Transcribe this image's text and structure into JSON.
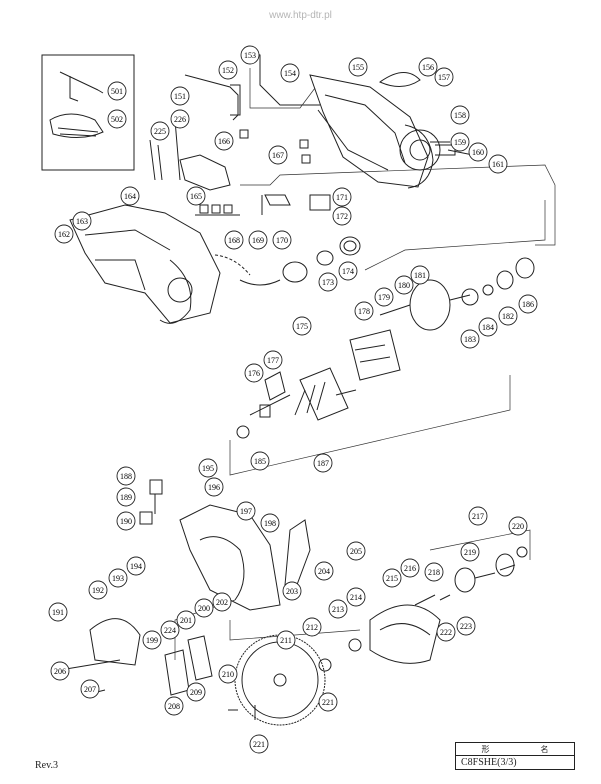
{
  "header": {
    "url": "www.htp-dtr.pl"
  },
  "footer": {
    "revision": "Rev.3"
  },
  "title_block": {
    "row1_left": "形",
    "row1_right": "名",
    "model": "C8FSHE(3/3)"
  },
  "part_labels": [
    "151",
    "152",
    "153",
    "154",
    "155",
    "156",
    "157",
    "158",
    "159",
    "160",
    "161",
    "162",
    "163",
    "164",
    "165",
    "166",
    "167",
    "168",
    "169",
    "170",
    "171",
    "172",
    "173",
    "174",
    "175",
    "176",
    "177",
    "178",
    "179",
    "180",
    "181",
    "182",
    "183",
    "184",
    "185",
    "186",
    "187",
    "188",
    "189",
    "190",
    "191",
    "192",
    "193",
    "194",
    "195",
    "196",
    "197",
    "198",
    "199",
    "200",
    "201",
    "202",
    "203",
    "204",
    "205",
    "206",
    "207",
    "208",
    "209",
    "210",
    "211",
    "212",
    "213",
    "214",
    "215",
    "216",
    "217",
    "218",
    "219",
    "220",
    "221",
    "222",
    "223",
    "224",
    "225",
    "226",
    "501",
    "502"
  ]
}
